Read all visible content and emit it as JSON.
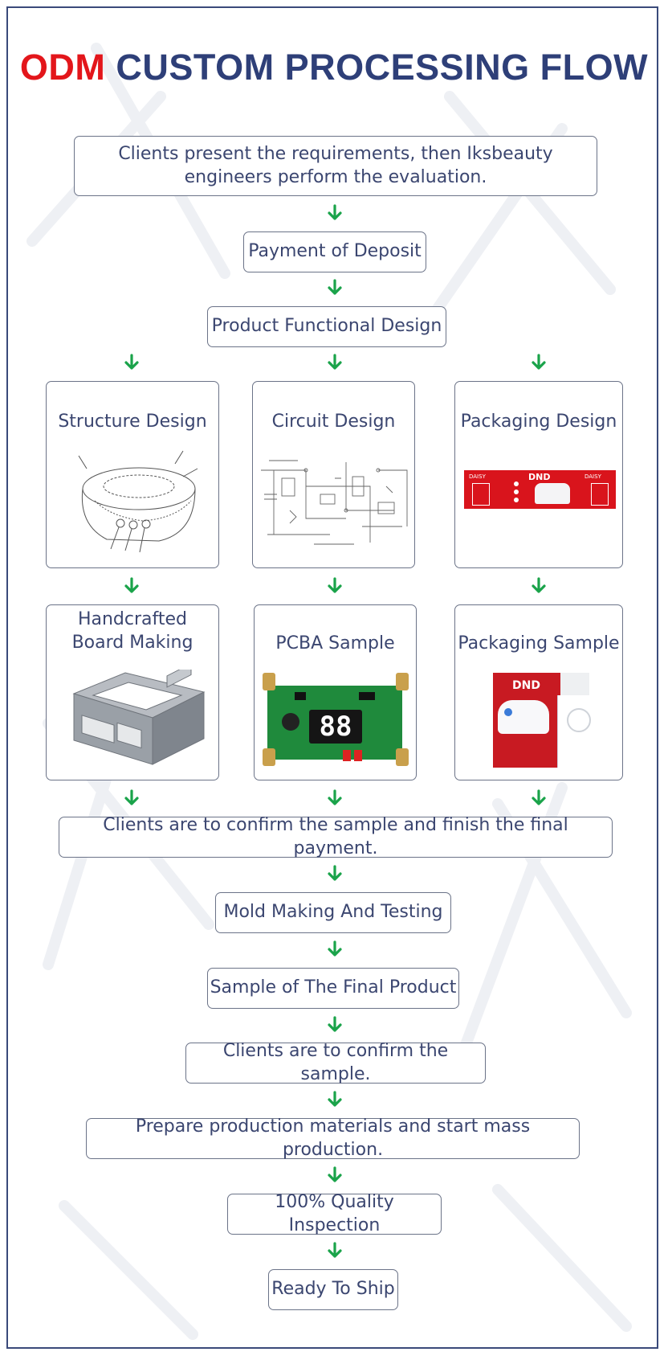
{
  "title": {
    "part1": "ODM",
    "part2": "CUSTOM PROCESSING FLOW"
  },
  "colors": {
    "accent_red": "#e3161b",
    "navy": "#2e3f78",
    "arrow_green": "#1aa34a",
    "text": "#3b4670"
  },
  "steps": {
    "requirements": "Clients present the requirements, then Iksbeauty engineers perform the evaluation.",
    "deposit": "Payment of Deposit",
    "functional_design": "Product Functional Design",
    "structure_design": "Structure Design",
    "circuit_design": "Circuit Design",
    "packaging_design": "Packaging Design",
    "handcrafted_board": "Handcrafted Board Making",
    "pcba_sample": "PCBA Sample",
    "packaging_sample": "Packaging Sample",
    "confirm_final_payment": "Clients are to confirm the sample and finish the final payment.",
    "mold_making": "Mold Making And Testing",
    "final_sample": "Sample of The Final Product",
    "confirm_sample": "Clients are to confirm the sample.",
    "mass_production": "Prepare production materials and start mass production.",
    "quality_inspection": "100% Quality Inspection",
    "ready_to_ship": "Ready To Ship"
  },
  "images": {
    "packaging_brand": "DND",
    "packaging_side": "DAISY",
    "pcba_display": "88"
  }
}
